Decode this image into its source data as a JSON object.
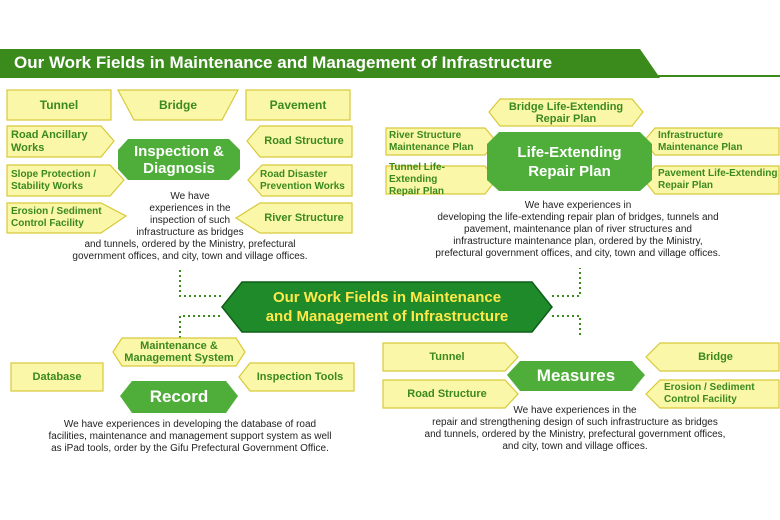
{
  "header": {
    "title": "Our Work Fields in Maintenance and Management of Infrastructure"
  },
  "colors": {
    "dark_green": "#3a8a1c",
    "hub_green": "#4fae3a",
    "box_fill": "#fbf7a8",
    "box_border": "#d8c93a",
    "center_fill": "#1f8a2a",
    "center_text": "#ffe94a"
  },
  "center": {
    "label": "Our Work Fields in Maintenance\nand Management of Infrastructure"
  },
  "inspection": {
    "hub": "Inspection &\nDiagnosis",
    "items": {
      "tunnel": "Tunnel",
      "bridge": "Bridge",
      "pavement": "Pavement",
      "road_ancillary": "Road Ancillary\nWorks",
      "road_structure": "Road Structure",
      "slope": "Slope Protection /\nStability Works",
      "disaster": "Road Disaster\nPrevention Works",
      "erosion": "Erosion / Sediment\nControl Facility",
      "river": "River Structure"
    },
    "description": "We have\nexperiences in the\ninspection of such\ninfrastructure as bridges\nand tunnels, ordered by the Ministry, prefectural\ngovernment offices, and city, town and village offices."
  },
  "life_extending": {
    "hub": "Life-Extending\nRepair Plan",
    "items": {
      "bridge_plan": "Bridge Life-Extending\nRepair Plan",
      "river_plan": "River Structure\nMaintenance Plan",
      "infra_plan": "Infrastructure\nMaintenance Plan",
      "tunnel_plan": "Tunnel Life-Extending\nRepair Plan",
      "pavement_plan": "Pavement Life-Extending\nRepair Plan"
    },
    "description": "We have experiences in\ndeveloping the life-extending repair plan of bridges, tunnels and\npavement, maintenance plan of river structures and\ninfrastructure maintenance plan, ordered by the Ministry,\nprefectural government offices, and city, town and village offices."
  },
  "record": {
    "hub": "Record",
    "items": {
      "maintenance_system": "Maintenance &\nManagement System",
      "database": "Database",
      "inspection_tools": "Inspection Tools"
    },
    "description": "We have experiences in developing the database of road\nfacilities, maintenance and management support system as well\nas iPad tools, order by the Gifu Prefectural Government Office."
  },
  "measures": {
    "hub": "Measures",
    "items": {
      "tunnel": "Tunnel",
      "bridge": "Bridge",
      "road_structure": "Road Structure",
      "erosion": "Erosion / Sediment\nControl Facility"
    },
    "description": "We have experiences in the\nrepair and strengthening design of such infrastructure as bridges\nand tunnels, ordered by the Ministry, prefectural government offices,\nand city, town and village offices."
  }
}
